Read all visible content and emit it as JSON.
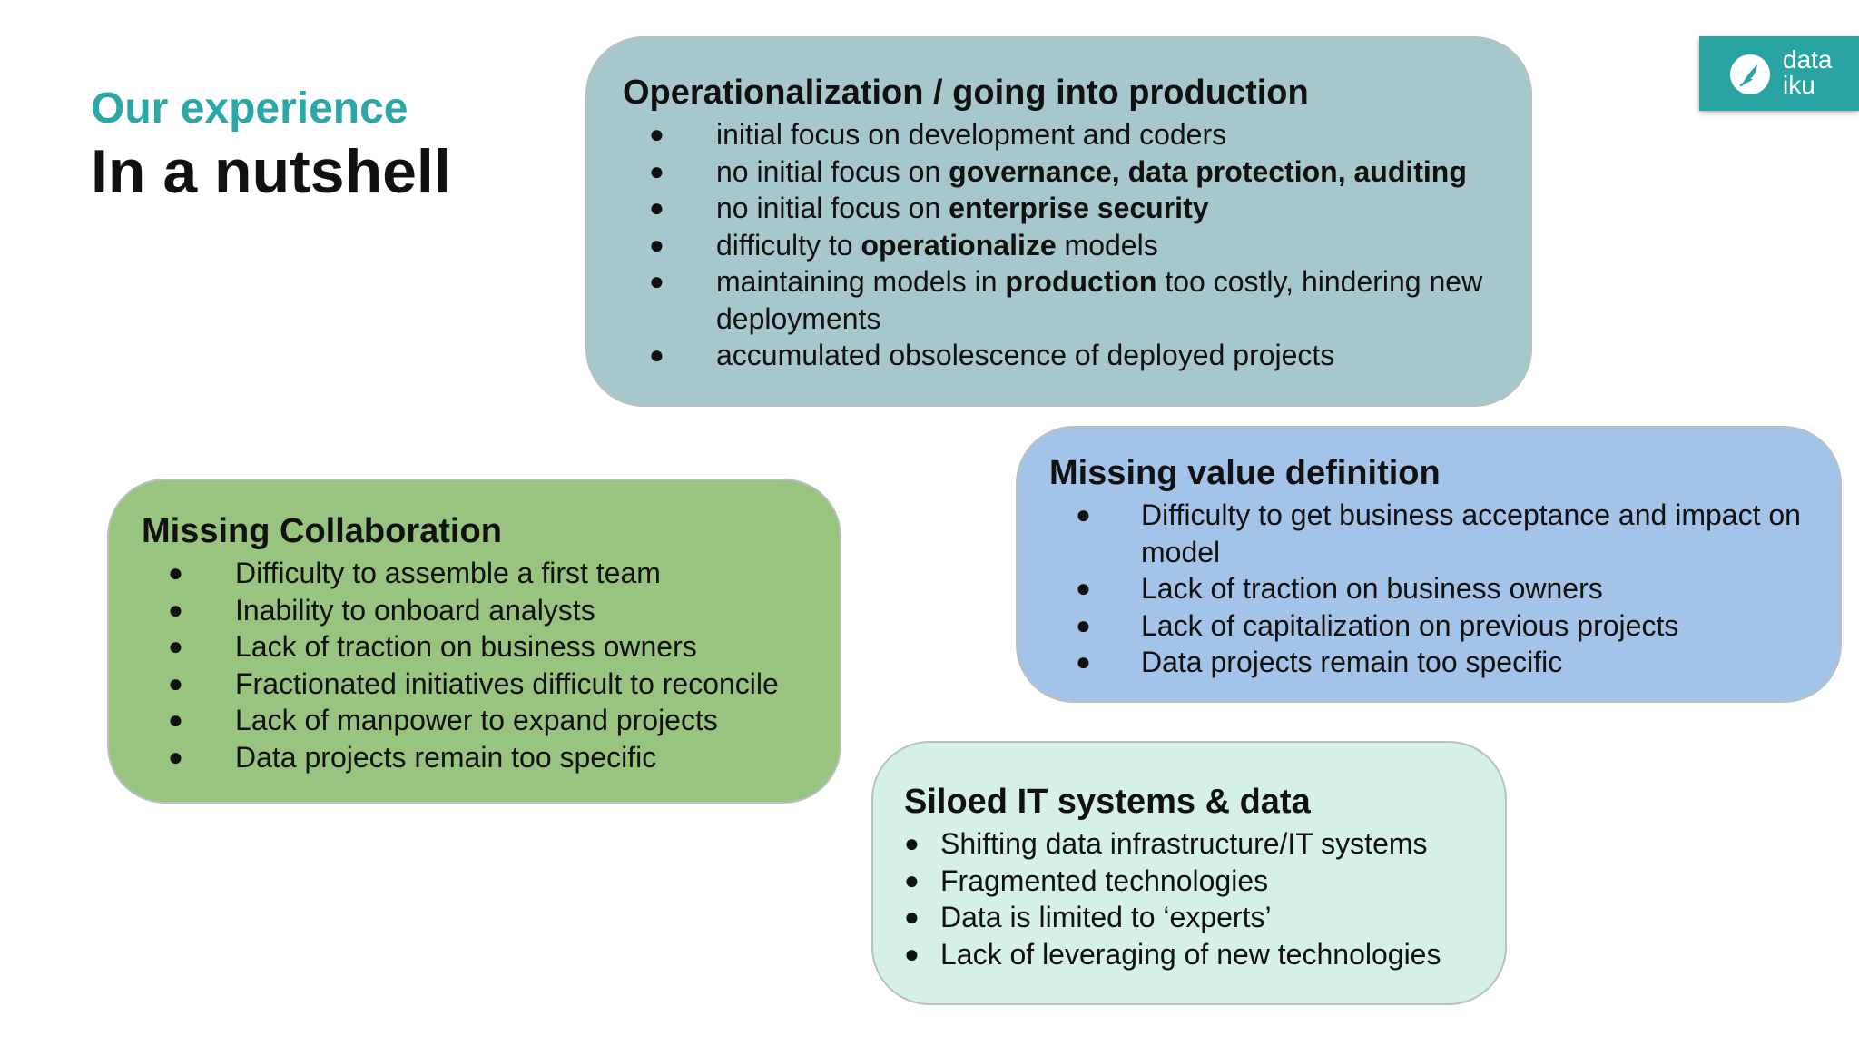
{
  "header": {
    "subtitle": "Our experience",
    "title": "In a nutshell"
  },
  "logo": {
    "text": "data\niku",
    "icon": "bird-icon",
    "color": "#2aa3a3"
  },
  "bullet_glyph": "●",
  "cards": {
    "operationalization": {
      "title": "Operationalization / going into production",
      "color": "#a6c8cc",
      "items": [
        {
          "parts": [
            "initial focus on development and coders"
          ]
        },
        {
          "parts": [
            "no initial focus on ",
            "governance, data protection, auditing"
          ]
        },
        {
          "parts": [
            "no initial focus on ",
            "enterprise security"
          ]
        },
        {
          "parts": [
            "difficulty to ",
            "operationalize",
            " models"
          ]
        },
        {
          "parts": [
            "maintaining models in ",
            "production",
            " too costly, hindering new deployments"
          ]
        },
        {
          "parts": [
            "accumulated obsolescence of deployed projects"
          ]
        }
      ]
    },
    "value_definition": {
      "title": "Missing value definition",
      "color": "#a3c4e8",
      "items": [
        "Difficulty to get business acceptance and impact on model",
        "Lack of traction on business owners",
        "Lack of capitalization on previous projects",
        "Data projects remain too specific"
      ]
    },
    "collaboration": {
      "title": "Missing Collaboration",
      "color": "#99c47f",
      "items": [
        "Difficulty to assemble a first team",
        "Inability to onboard analysts",
        "Lack of traction on business owners",
        "Fractionated initiatives difficult to reconcile",
        "Lack of manpower to expand projects",
        "Data projects remain too specific"
      ]
    },
    "siloed": {
      "title": "Siloed IT systems & data",
      "color": "#d4f0e8",
      "items": [
        "Shifting data infrastructure/IT systems",
        "Fragmented technologies",
        "Data is limited to ‘experts’",
        "Lack of leveraging of new technologies"
      ]
    }
  }
}
